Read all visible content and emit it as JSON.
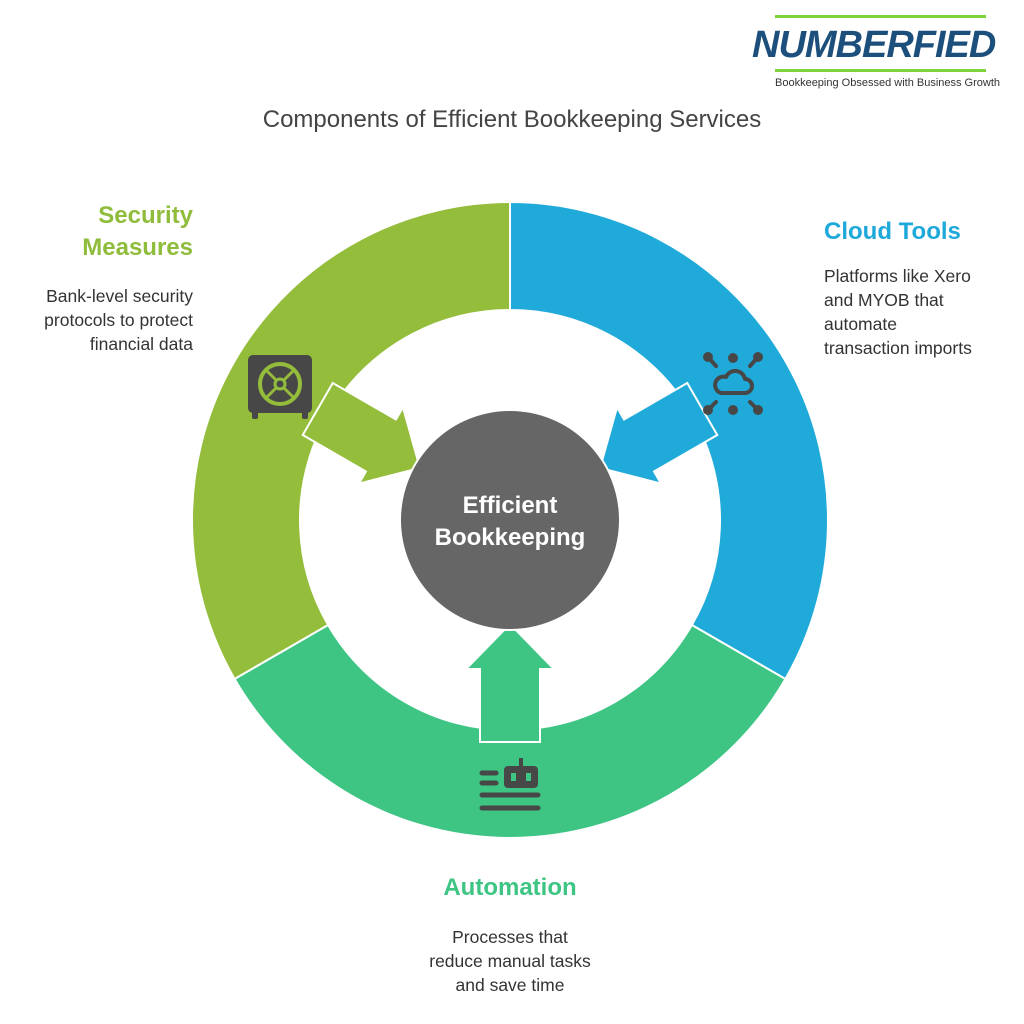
{
  "logo": {
    "brand": "NUMBERFIED",
    "tagline": "Bookkeeping Obsessed with Business Growth"
  },
  "title": "Components of Efficient Bookkeeping Services",
  "center": {
    "line1": "Efficient",
    "line2": "Bookkeeping",
    "color": "#666666"
  },
  "segments": [
    {
      "key": "security",
      "heading_lines": [
        "Security",
        "Measures"
      ],
      "desc_lines": [
        "Bank-level security",
        "protocols to protect",
        "financial data"
      ],
      "color": "#93bd3a",
      "icon": "safe-icon"
    },
    {
      "key": "cloud",
      "heading_lines": [
        "Cloud Tools"
      ],
      "desc_lines": [
        "Platforms like Xero",
        "and MYOB that",
        "automate",
        "transaction imports"
      ],
      "color": "#20aad9",
      "icon": "cloud-network-icon"
    },
    {
      "key": "automation",
      "heading_lines": [
        "Automation"
      ],
      "desc_lines": [
        "Processes that",
        "reduce manual tasks",
        "and save time"
      ],
      "color": "#3ec584",
      "icon": "robot-list-icon"
    }
  ],
  "icon_color": "#474747"
}
